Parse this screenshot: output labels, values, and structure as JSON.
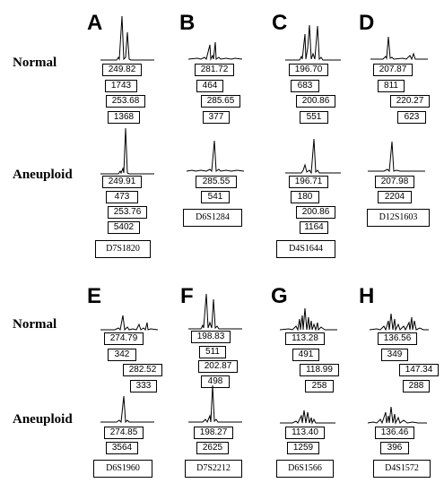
{
  "row_labels": {
    "normal": "Normal",
    "aneuploid": "Aneuploid"
  },
  "panels": [
    {
      "letter": "A",
      "marker": "D7S1820",
      "normal": [
        "249.82",
        "1743",
        "253.68",
        "1368"
      ],
      "aneuploid": [
        "249.91",
        "473",
        "253.76",
        "5402"
      ]
    },
    {
      "letter": "B",
      "marker": "D6S1284",
      "normal": [
        "281.72",
        "464",
        "285.65",
        "377"
      ],
      "aneuploid": [
        "285.55",
        "541"
      ]
    },
    {
      "letter": "C",
      "marker": "D4S1644",
      "normal": [
        "196.70",
        "683",
        "200.86",
        "551"
      ],
      "aneuploid": [
        "196.71",
        "180",
        "200.86",
        "1164"
      ]
    },
    {
      "letter": "D",
      "marker": "D12S1603",
      "normal": [
        "207.87",
        "811",
        "220.27",
        "623"
      ],
      "aneuploid": [
        "207.98",
        "2204"
      ]
    },
    {
      "letter": "E",
      "marker": "D6S1960",
      "normal": [
        "274.79",
        "342",
        "282.52",
        "333"
      ],
      "aneuploid": [
        "274.85",
        "3564"
      ]
    },
    {
      "letter": "F",
      "marker": "D7S2212",
      "normal": [
        "198.83",
        "511",
        "202.87",
        "498"
      ],
      "aneuploid": [
        "198.27",
        "2625"
      ]
    },
    {
      "letter": "G",
      "marker": "D6S1566",
      "normal": [
        "113.28",
        "491",
        "118.99",
        "258"
      ],
      "aneuploid": [
        "113.40",
        "1259"
      ]
    },
    {
      "letter": "H",
      "marker": "D4S1572",
      "normal": [
        "136.56",
        "349",
        "147.34",
        "288"
      ],
      "aneuploid": [
        "136.46",
        "396"
      ]
    }
  ]
}
